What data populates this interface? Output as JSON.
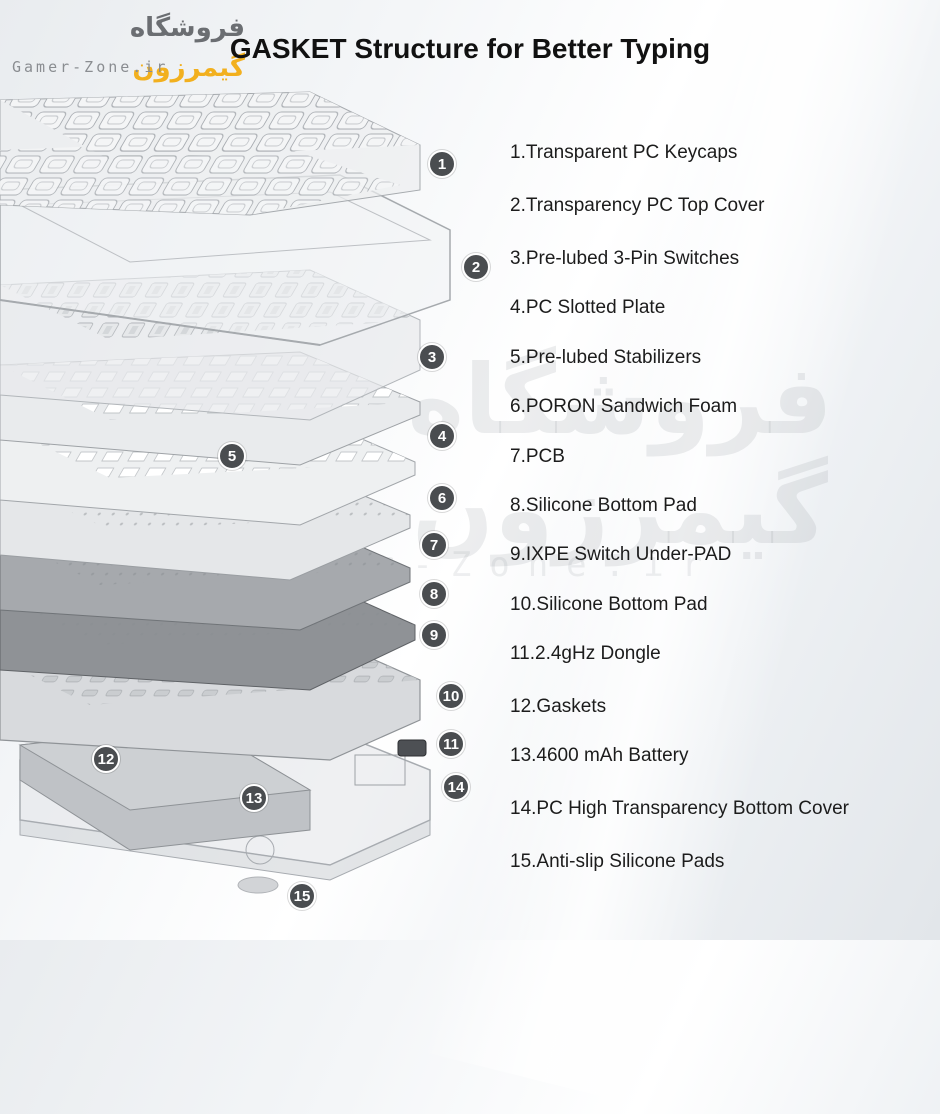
{
  "brand": {
    "logo_fa_grey": "فروشگاه",
    "logo_fa_gold": "گیمرزون",
    "logo_en": "Gamer-Zone.ir",
    "watermark_fa": "فروشگاه گیمرزون",
    "watermark_en": "Gamer-Zone.ir",
    "colors": {
      "gold": "#f2b01e",
      "grey": "#6b6e72"
    }
  },
  "title": "GASKET Structure for Better Typing",
  "callouts": [
    "1",
    "2",
    "3",
    "4",
    "5",
    "6",
    "7",
    "8",
    "9",
    "10",
    "11",
    "12",
    "13",
    "14",
    "15"
  ],
  "parts": [
    "1.Transparent PC Keycaps",
    "2.Transparency PC Top Cover",
    "3.Pre-lubed 3-Pin Switches",
    "4.PC Slotted Plate",
    "5.Pre-lubed Stabilizers",
    "6.PORON Sandwich Foam",
    "7.PCB",
    "8.Silicone Bottom Pad",
    "9.IXPE Switch Under-PAD",
    "10.Silicone Bottom Pad",
    "11.2.4gHz Dongle",
    "12.Gaskets",
    "13.4600 mAh Battery",
    "14.PC High Transparency Bottom Cover",
    "15.Anti-slip Silicone Pads"
  ]
}
